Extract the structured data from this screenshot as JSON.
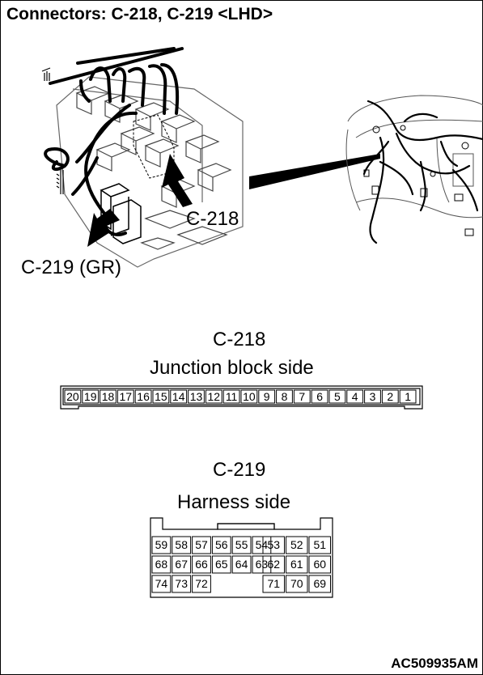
{
  "title": "Connectors: C-218, C-219 <LHD>",
  "illustration": {
    "callout_c218": "C-218",
    "callout_c219": "C-219 (GR)"
  },
  "c218": {
    "name": "C-218",
    "side": "Junction block side",
    "pins": [
      "20",
      "19",
      "18",
      "17",
      "16",
      "15",
      "14",
      "13",
      "12",
      "11",
      "10",
      "9",
      "8",
      "7",
      "6",
      "5",
      "4",
      "3",
      "2",
      "1"
    ]
  },
  "c219": {
    "name": "C-219",
    "side": "Harness side",
    "rows": [
      [
        "59",
        "58",
        "57",
        "56",
        "55",
        "54",
        "53",
        "52",
        "51"
      ],
      [
        "68",
        "67",
        "66",
        "65",
        "64",
        "63",
        "62",
        "61",
        "60"
      ],
      [
        "74",
        "73",
        "72",
        "",
        "",
        "",
        "71",
        "70",
        "69"
      ]
    ]
  },
  "figure_code": "AC509935AM"
}
